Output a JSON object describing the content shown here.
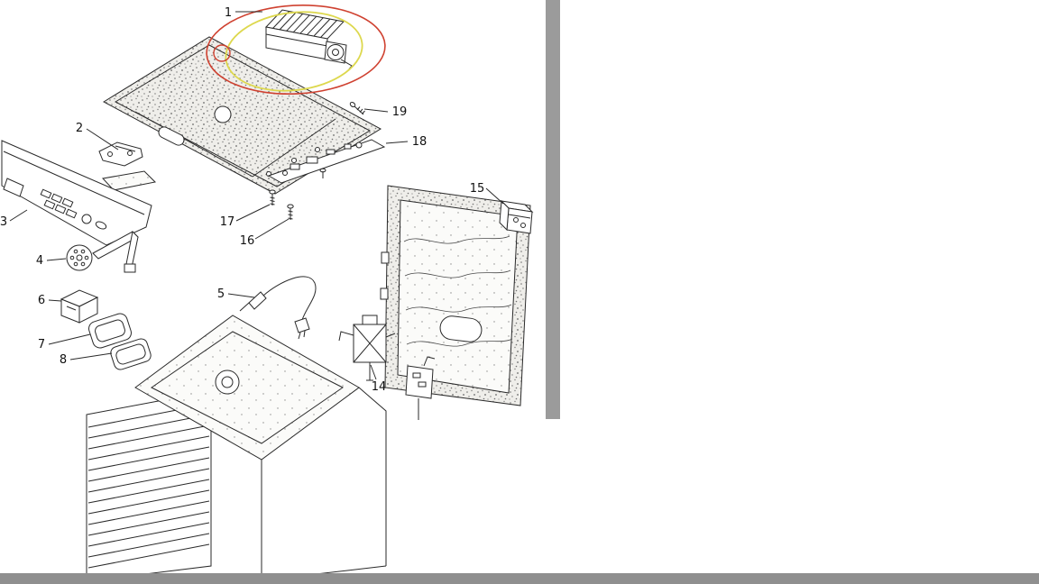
{
  "window": {
    "background_color": "#ffffff",
    "vertical_scrollbar_color": "#9b9b9b",
    "bottom_scrollbar_color": "#8f8f8f"
  },
  "diagram": {
    "highlight_outer_color": "#cf4130",
    "highlight_inner_color": "#ddd84e",
    "line_color": "#2a2a2a",
    "callouts": [
      {
        "label": "1"
      },
      {
        "label": "2"
      },
      {
        "label": "3"
      },
      {
        "label": "4"
      },
      {
        "label": "5"
      },
      {
        "label": "6"
      },
      {
        "label": "7"
      },
      {
        "label": "8"
      },
      {
        "label": "14"
      },
      {
        "label": "15"
      },
      {
        "label": "16"
      },
      {
        "label": "17"
      },
      {
        "label": "18"
      },
      {
        "label": "19"
      }
    ]
  }
}
